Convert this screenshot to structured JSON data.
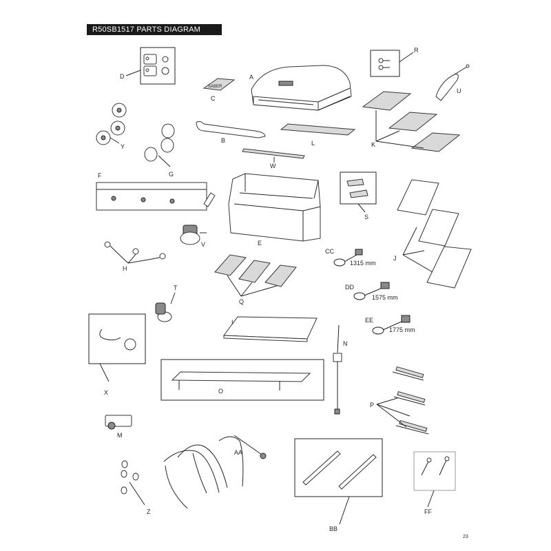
{
  "title": "R50SB1517 PARTS DIAGRAM",
  "page_number": "23",
  "labels": {
    "A": "A",
    "B": "B",
    "C": "C",
    "D": "D",
    "E": "E",
    "F": "F",
    "G": "G",
    "H": "H",
    "I": "I",
    "J": "J",
    "K": "K",
    "L": "L",
    "M": "M",
    "N": "N",
    "O": "O",
    "P": "P",
    "Q": "Q",
    "R": "R",
    "S": "S",
    "T": "T",
    "U": "U",
    "V": "V",
    "W": "W",
    "X": "X",
    "Y": "Y",
    "Z": "Z",
    "AA": "AA",
    "BB": "BB",
    "CC": "CC",
    "DD": "DD",
    "EE": "EE",
    "FF": "FF"
  },
  "lengths": {
    "CC": "1315 mm",
    "DD": "1575 mm",
    "EE": "1775 mm"
  },
  "brand_plate": "SABER"
}
